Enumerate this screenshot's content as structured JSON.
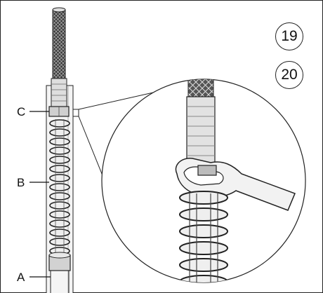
{
  "steps": {
    "first": "19",
    "second": "20"
  },
  "callouts": {
    "a": "A",
    "b": "B",
    "c": "C"
  },
  "colors": {
    "ink": "#111111",
    "metal_light": "#e6e6e6",
    "metal_mid": "#bdbdbd",
    "background": "#ffffff"
  }
}
